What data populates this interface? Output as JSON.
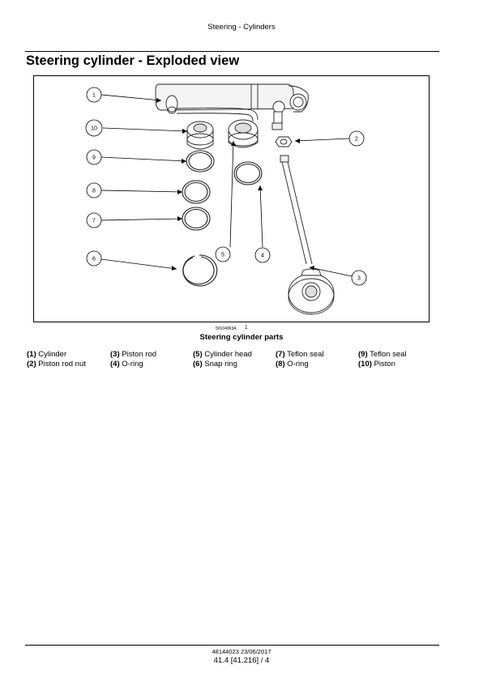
{
  "header": {
    "running_title": "Steering - Cylinders"
  },
  "section": {
    "title": "Steering cylinder - Exploded view"
  },
  "figure": {
    "image_id": "50104963A",
    "number": "1",
    "caption": "Steering cylinder parts",
    "callouts": [
      "1",
      "2",
      "3",
      "4",
      "5",
      "6",
      "7",
      "8",
      "9",
      "10"
    ]
  },
  "legend": [
    {
      "num": "(1)",
      "label": "Cylinder"
    },
    {
      "num": "(2)",
      "label": "Piston rod nut"
    },
    {
      "num": "(3)",
      "label": "Piston rod"
    },
    {
      "num": "(4)",
      "label": "O-ring"
    },
    {
      "num": "(5)",
      "label": "Cylinder head"
    },
    {
      "num": "(6)",
      "label": "Snap ring"
    },
    {
      "num": "(7)",
      "label": "Teflon seal"
    },
    {
      "num": "(8)",
      "label": "O-ring"
    },
    {
      "num": "(9)",
      "label": "Teflon seal"
    },
    {
      "num": "(10)",
      "label": "Piston"
    }
  ],
  "footer": {
    "doc_ref": "48144023 23/06/2017",
    "page": "41.4 [41.216] / 4"
  }
}
